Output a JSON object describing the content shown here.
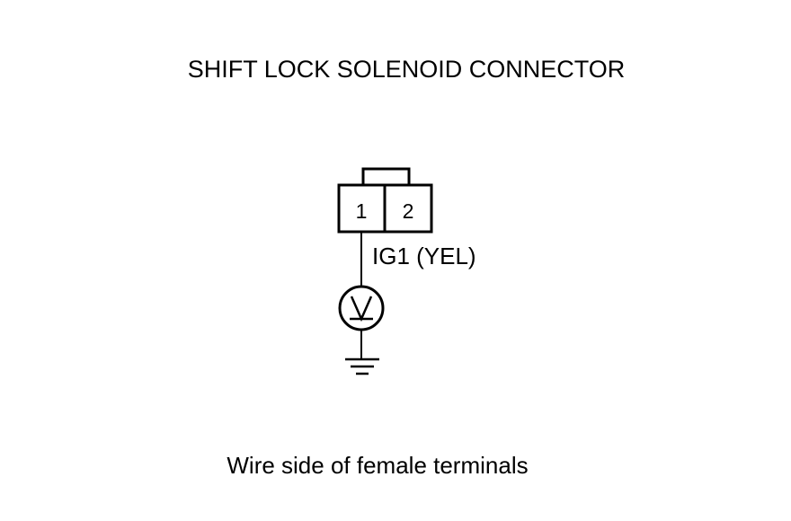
{
  "diagram": {
    "title": "SHIFT LOCK SOLENOID CONNECTOR",
    "connector": {
      "terminals": [
        {
          "number": "1"
        },
        {
          "number": "2"
        }
      ]
    },
    "wire_label": "IG1 (YEL)",
    "caption": "Wire side of female terminals",
    "meter": "voltmeter",
    "ground": "ground-symbol",
    "colors": {
      "line": "#000000",
      "background": "#ffffff"
    }
  }
}
